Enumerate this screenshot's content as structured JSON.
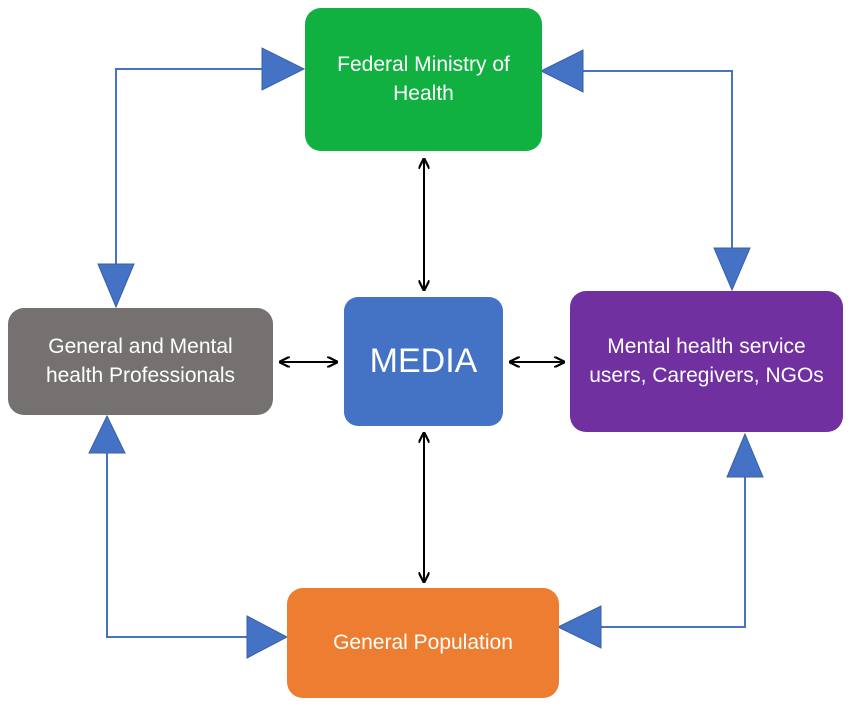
{
  "nodes": {
    "ministry": {
      "label": "Federal Ministry of Health",
      "color": "#11b141"
    },
    "media": {
      "label": "MEDIA",
      "color": "#4472c4"
    },
    "profs": {
      "label": "General and Mental health Professionals",
      "color": "#767171"
    },
    "users": {
      "label": "Mental health service users, Caregivers, NGOs",
      "color": "#7030a0"
    },
    "population": {
      "label": "General Population",
      "color": "#ed7d31"
    }
  },
  "edges": {
    "outer_color": "#4472c4",
    "inner_color": "#000000",
    "outer": [
      {
        "from": "profs",
        "to": "ministry",
        "style": "bidirectional"
      },
      {
        "from": "ministry",
        "to": "users",
        "style": "bidirectional"
      },
      {
        "from": "profs",
        "to": "population",
        "style": "bidirectional"
      },
      {
        "from": "population",
        "to": "users",
        "style": "bidirectional"
      }
    ],
    "inner": [
      {
        "from": "media",
        "to": "ministry",
        "style": "bidirectional"
      },
      {
        "from": "media",
        "to": "profs",
        "style": "bidirectional"
      },
      {
        "from": "media",
        "to": "users",
        "style": "bidirectional"
      },
      {
        "from": "media",
        "to": "population",
        "style": "bidirectional"
      }
    ]
  }
}
